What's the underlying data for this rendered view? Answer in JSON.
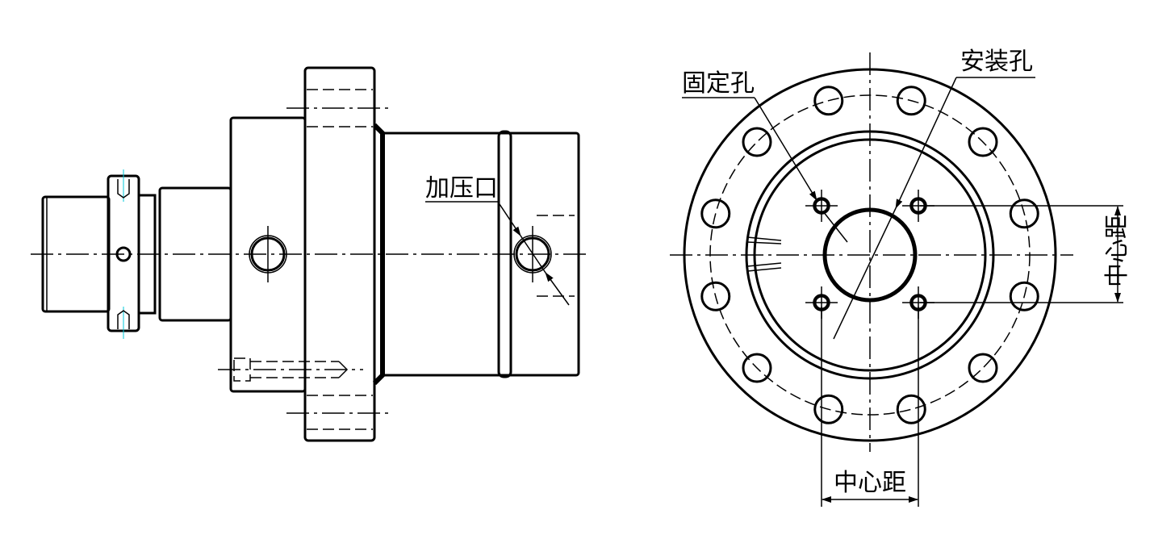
{
  "labels": {
    "pressure_port": "加压口",
    "fixing_hole": "固定孔",
    "mounting_hole": "安装孔",
    "center_distance_vertical": "中心距",
    "center_distance_horizontal": "中心距"
  },
  "colors": {
    "line": "#000000",
    "center_mark": "#00c8d8"
  },
  "front_view": {
    "bolt_hole_count": 12,
    "fixing_hole_count": 4
  }
}
